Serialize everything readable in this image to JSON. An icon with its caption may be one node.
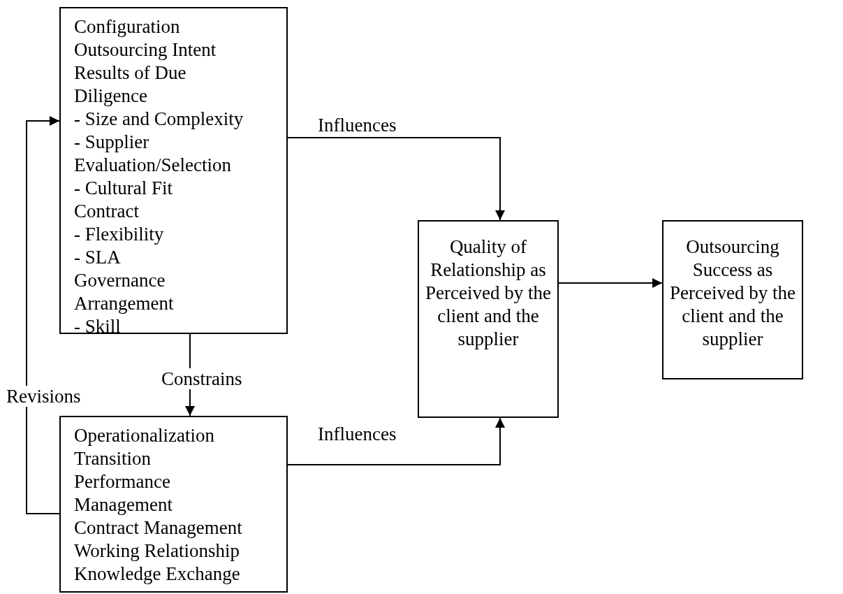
{
  "diagram": {
    "nodes": [
      {
        "text": [
          "Configuration",
          "Outsourcing Intent",
          "Results of Due Diligence",
          "- Size and Complexity",
          "- Supplier Evaluation/Selection",
          "- Cultural Fit",
          "Contract",
          "- Flexibility",
          "- SLA",
          "Governance Arrangement",
          "- Skill"
        ]
      },
      {
        "text": [
          "Operationalization",
          "Transition",
          "Performance Management",
          "Contract Management",
          "Working Relationship",
          "Knowledge Exchange"
        ]
      },
      {
        "text": [
          "Quality of Relationship as Perceived by the client and the supplier"
        ]
      },
      {
        "text": [
          "Outsourcing Success as Perceived by the client and the supplier"
        ]
      }
    ],
    "edges": [
      {
        "from": 0,
        "to": 2,
        "arrow": "to",
        "label": "Influences"
      },
      {
        "from": 0,
        "to": 1,
        "arrow": "to",
        "label": "Constrains"
      },
      {
        "from": 1,
        "to": 2,
        "arrow": "to",
        "label": "Influences"
      },
      {
        "from": 1,
        "to": 0,
        "arrow": "to",
        "label": "Revisions"
      },
      {
        "from": 2,
        "to": 3,
        "arrow": "to"
      }
    ]
  }
}
